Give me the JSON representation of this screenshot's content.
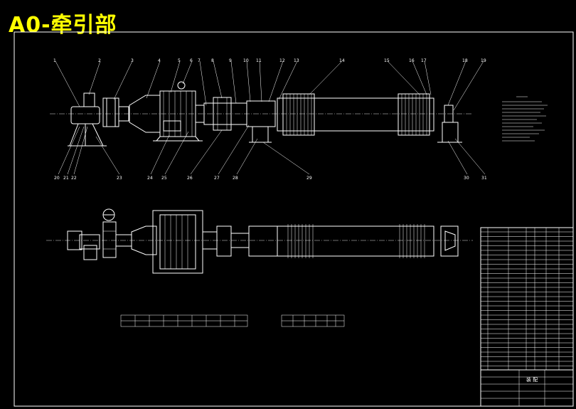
{
  "title": "A0-牵引部",
  "colors": {
    "background": "#000000",
    "line": "#ffffff",
    "title": "#ffff00"
  },
  "part_numbers_top": [
    "1",
    "2",
    "3",
    "4",
    "5",
    "6",
    "7",
    "8",
    "9",
    "10",
    "11",
    "12",
    "13",
    "14",
    "15",
    "16",
    "17",
    "18",
    "19"
  ],
  "part_numbers_bottom": [
    "20",
    "21",
    "22",
    "23",
    "24",
    "25",
    "26",
    "27",
    "28",
    "29",
    "30",
    "31"
  ],
  "title_block": {
    "label": "装 配"
  }
}
